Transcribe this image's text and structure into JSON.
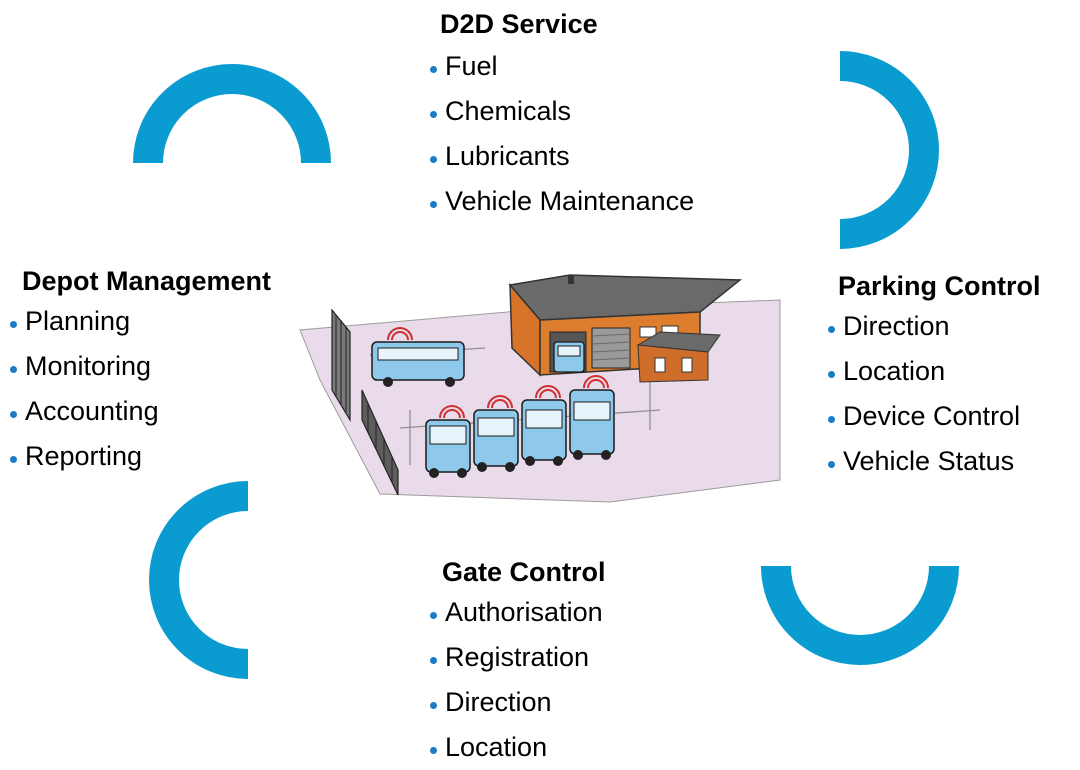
{
  "accent_color": "#0a9bd1",
  "bullet_color": "#1b7bc4",
  "sections": {
    "d2d": {
      "title": "D2D Service",
      "items": [
        "Fuel",
        "Chemicals",
        "Lubricants",
        "Vehicle Maintenance"
      ]
    },
    "depot": {
      "title": "Depot Management",
      "items": [
        "Planning",
        "Monitoring",
        "Accounting",
        "Reporting"
      ]
    },
    "parking": {
      "title": "Parking Control",
      "items": [
        "Direction",
        "Location",
        "Device Control",
        "Vehicle Status"
      ]
    },
    "gate": {
      "title": "Gate Control",
      "items": [
        "Authorisation",
        "Registration",
        "Direction",
        "Location"
      ]
    }
  },
  "illustration": {
    "name": "bus-depot-illustration"
  }
}
